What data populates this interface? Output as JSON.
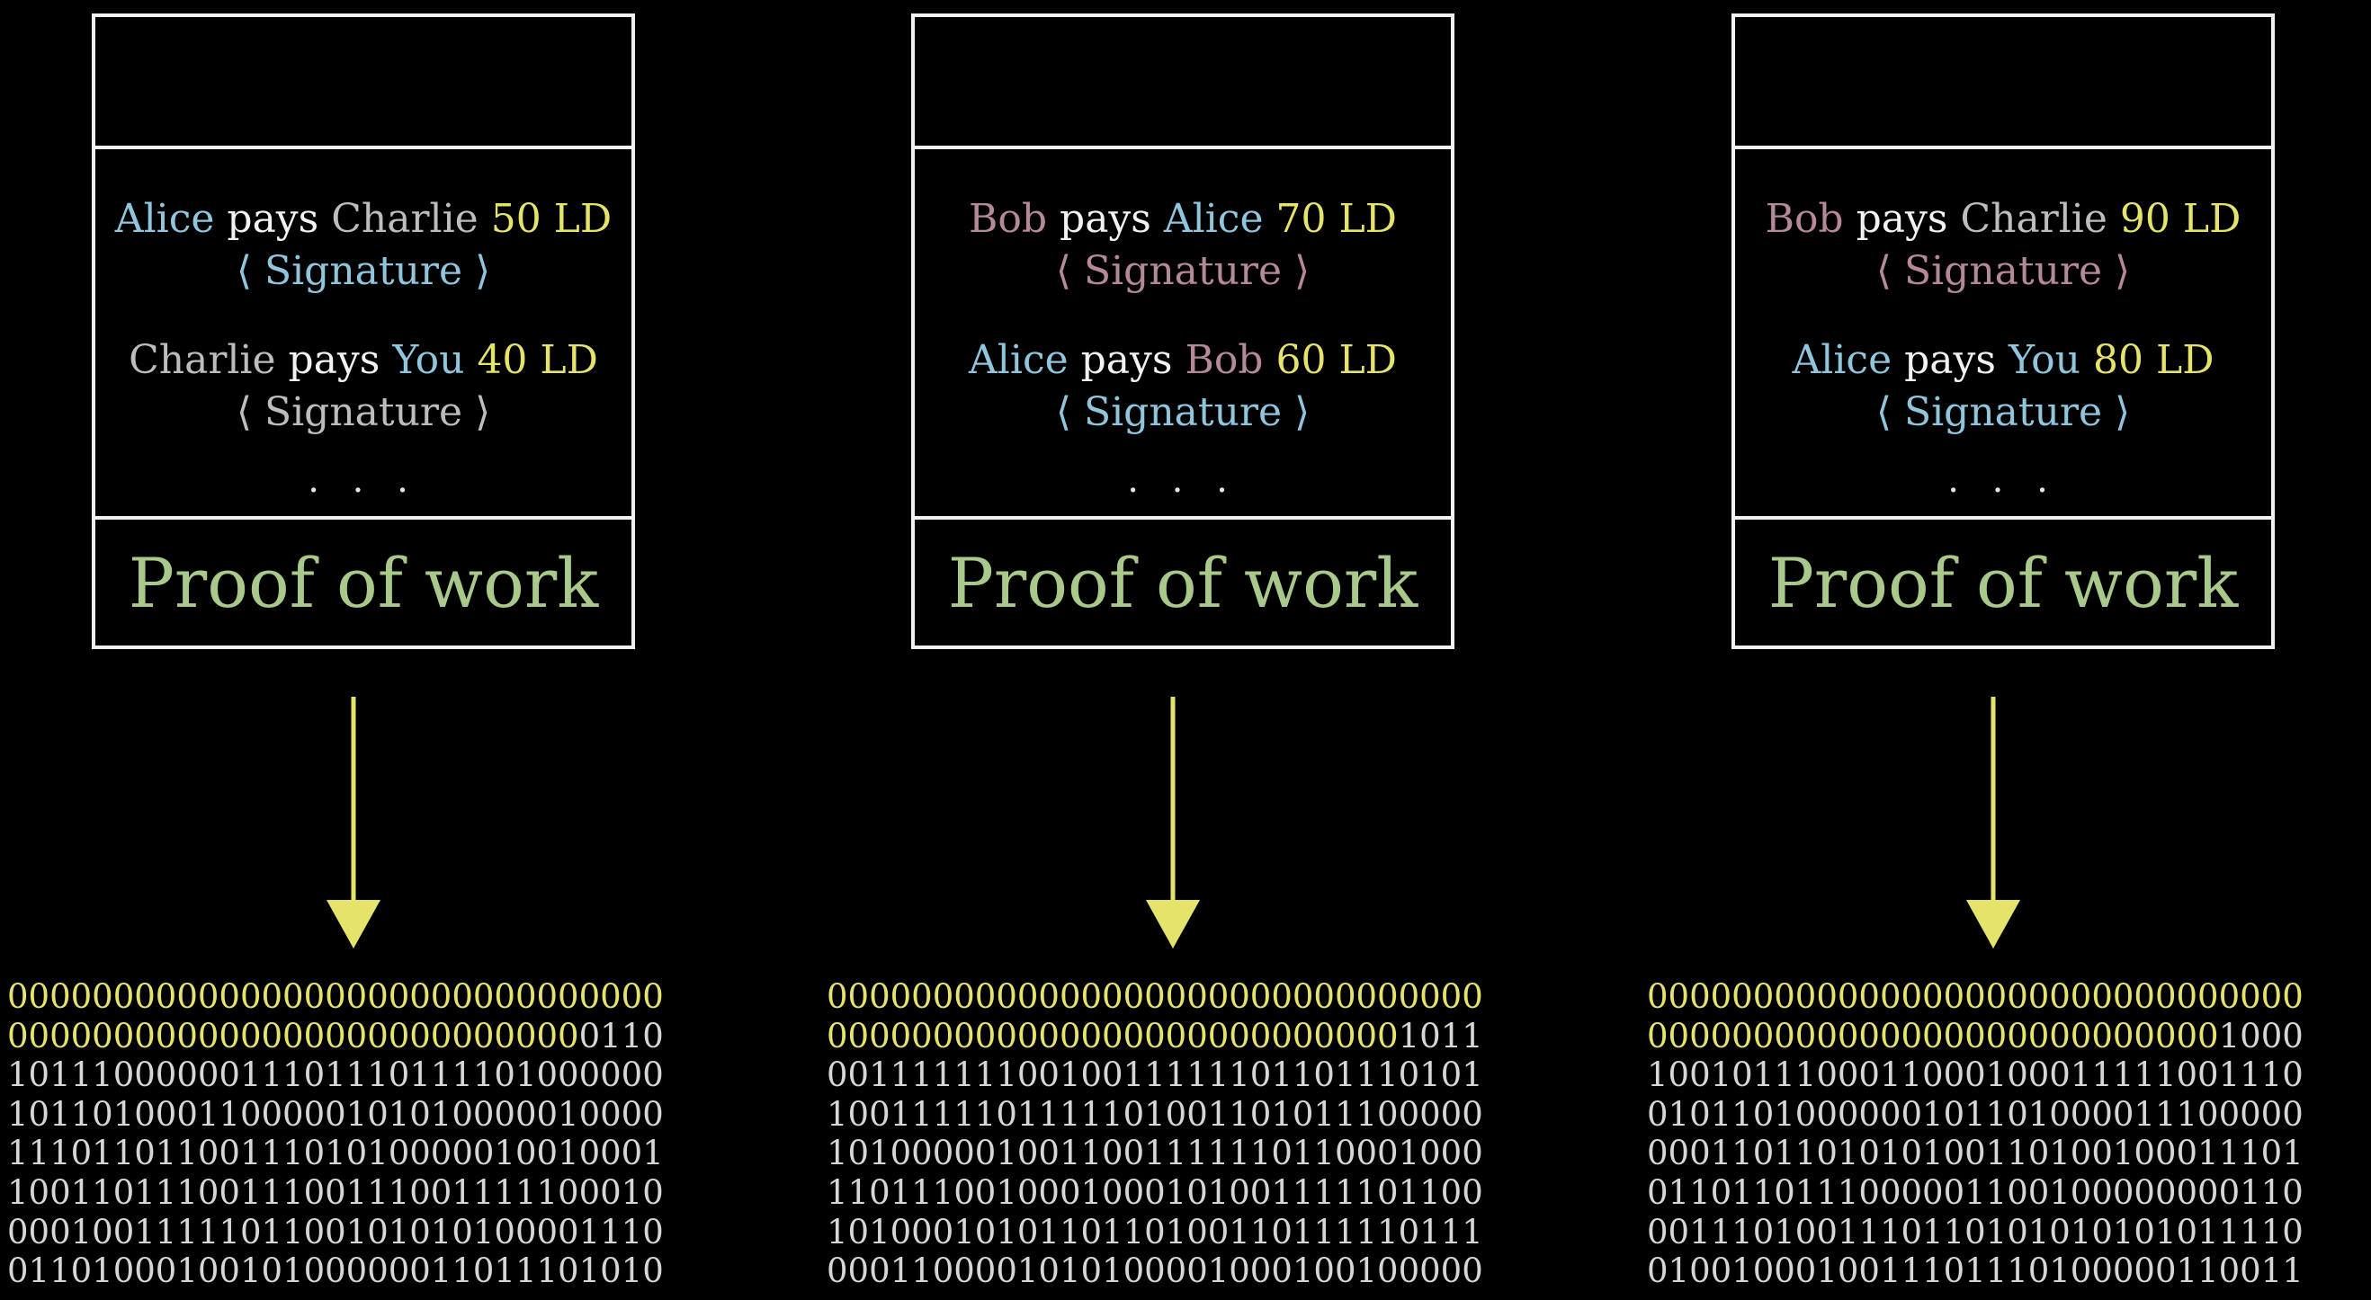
{
  "colors": {
    "alice": "#8fc6de",
    "bob": "#b58a96",
    "charlie": "#bdbdbd",
    "you": "#8fc6de",
    "pays": "#f2f2f2",
    "amount": "#e6e36a",
    "proof": "#a9c98a",
    "hash_zero": "#e6e36a",
    "hash_bits": "#d6d6d6",
    "arrow": "#e6e36a"
  },
  "blocks": [
    {
      "transactions": [
        {
          "from": "Alice",
          "from_color": "#8fc6de",
          "verb": "pays",
          "to": "Charlie",
          "to_color": "#bdbdbd",
          "amount": "50 LD",
          "signature": "⟨ Signature ⟩",
          "sig_color": "#8fc6de"
        },
        {
          "from": "Charlie",
          "from_color": "#bdbdbd",
          "verb": "pays",
          "to": "You",
          "to_color": "#8fc6de",
          "amount": "40 LD",
          "signature": "⟨ Signature ⟩",
          "sig_color": "#bdbdbd"
        }
      ],
      "ellipsis": ". . .",
      "proof_of_work": "Proof of work",
      "hash": [
        {
          "lead": "0000000000000000000000000000000",
          "rest": ""
        },
        {
          "lead": "000000000000000000000000000",
          "rest": "0110"
        },
        {
          "lead": "",
          "rest": "1011100000011101110111101000000"
        },
        {
          "lead": "",
          "rest": "1011010001100000101010000010000"
        },
        {
          "lead": "",
          "rest": "1110110110011101010000010010001"
        },
        {
          "lead": "",
          "rest": "1001101110011100111001111100010"
        },
        {
          "lead": "",
          "rest": "0001001111101100101010100001110"
        },
        {
          "lead": "",
          "rest": "0110100010010100000011011101010"
        }
      ]
    },
    {
      "transactions": [
        {
          "from": "Bob",
          "from_color": "#b58a96",
          "verb": "pays",
          "to": "Alice",
          "to_color": "#8fc6de",
          "amount": "70 LD",
          "signature": "⟨ Signature ⟩",
          "sig_color": "#b58a96"
        },
        {
          "from": "Alice",
          "from_color": "#8fc6de",
          "verb": "pays",
          "to": "Bob",
          "to_color": "#b58a96",
          "amount": "60 LD",
          "signature": "⟨ Signature ⟩",
          "sig_color": "#8fc6de"
        }
      ],
      "ellipsis": ". . .",
      "proof_of_work": "Proof of work",
      "hash": [
        {
          "lead": "0000000000000000000000000000000",
          "rest": ""
        },
        {
          "lead": "000000000000000000000000000",
          "rest": "1011"
        },
        {
          "lead": "",
          "rest": "0011111110010011111101101110101"
        },
        {
          "lead": "",
          "rest": "1001111101111101001101011100000"
        },
        {
          "lead": "",
          "rest": "1010000010011001111110110001000"
        },
        {
          "lead": "",
          "rest": "1101110010001000101001111101100"
        },
        {
          "lead": "",
          "rest": "1010001010110110100110111110111"
        },
        {
          "lead": "",
          "rest": "0001100001010100001000100100000"
        }
      ]
    },
    {
      "transactions": [
        {
          "from": "Bob",
          "from_color": "#b58a96",
          "verb": "pays",
          "to": "Charlie",
          "to_color": "#bdbdbd",
          "amount": "90 LD",
          "signature": "⟨ Signature ⟩",
          "sig_color": "#b58a96"
        },
        {
          "from": "Alice",
          "from_color": "#8fc6de",
          "verb": "pays",
          "to": "You",
          "to_color": "#8fc6de",
          "amount": "80 LD",
          "signature": "⟨ Signature ⟩",
          "sig_color": "#8fc6de"
        }
      ],
      "ellipsis": ". . .",
      "proof_of_work": "Proof of work",
      "hash": [
        {
          "lead": "0000000000000000000000000000000",
          "rest": ""
        },
        {
          "lead": "000000000000000000000000000",
          "rest": "1000"
        },
        {
          "lead": "",
          "rest": "1001011100011000100011111001110"
        },
        {
          "lead": "",
          "rest": "0101101000000101101000011100000"
        },
        {
          "lead": "",
          "rest": "0001101101010100110100100011101"
        },
        {
          "lead": "",
          "rest": "0110110111000001100100000000110"
        },
        {
          "lead": "",
          "rest": "0011101001110110101010101011110"
        },
        {
          "lead": "",
          "rest": "0100100010011101110100000110011"
        }
      ]
    }
  ]
}
